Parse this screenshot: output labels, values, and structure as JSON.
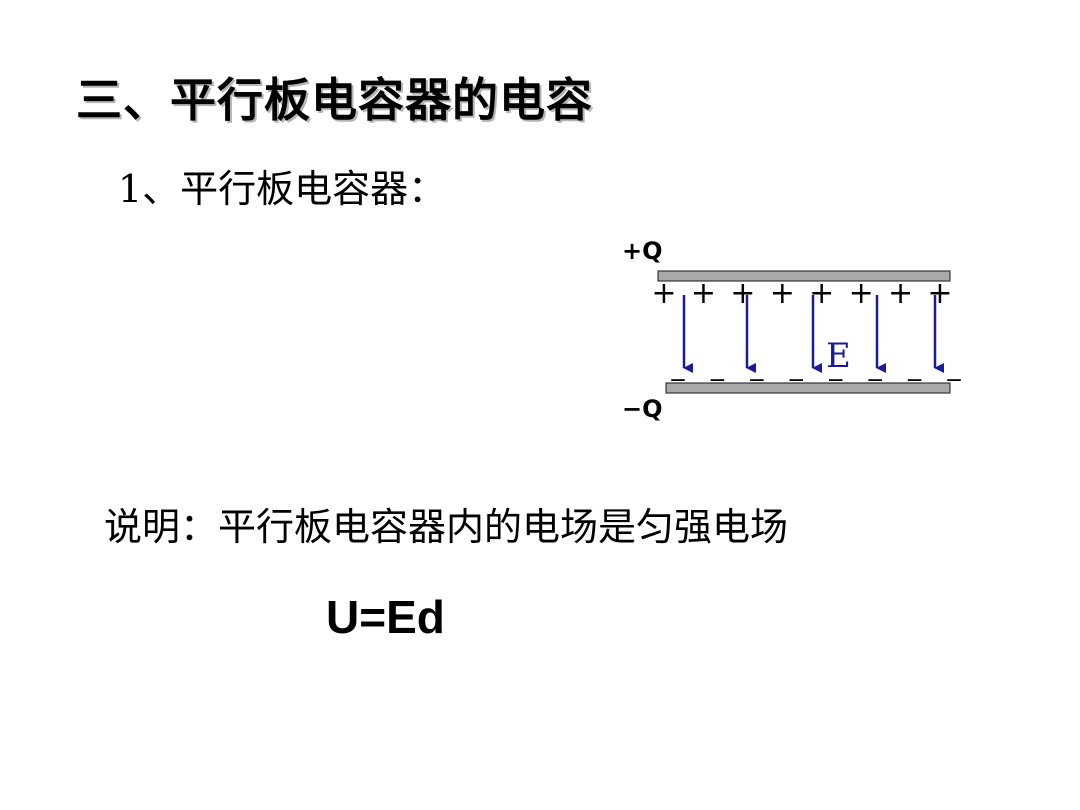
{
  "title": "三、平行板电容器的电容",
  "subtitle": "1、平行板电容器：",
  "diagram": {
    "top_label": "+Q",
    "bottom_label": "−Q",
    "field_label": "E",
    "plus_sign": "+",
    "minus_sign": "_",
    "charge_count": 8,
    "arrow_count": 5,
    "colors": {
      "arrow": "#1a1a9a",
      "plate": "#a9a9a9",
      "plate_border": "#333333"
    }
  },
  "note": "说明：平行板电容器内的电场是匀强电场",
  "formula": "U=Ed"
}
